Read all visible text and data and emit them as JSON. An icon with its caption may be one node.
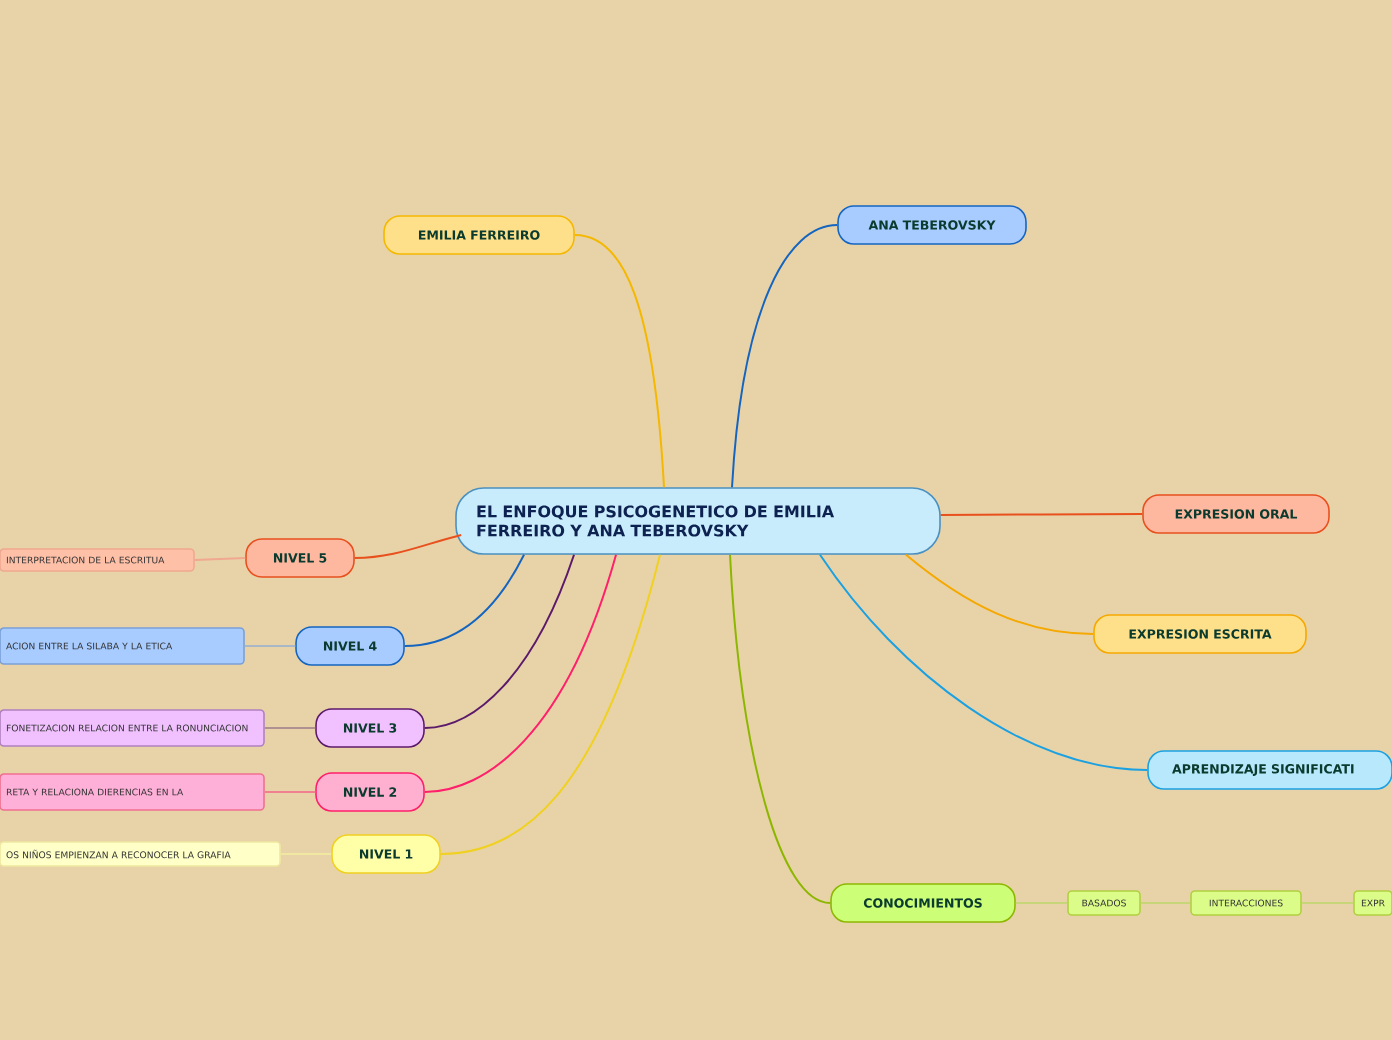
{
  "diagram": {
    "nodes": [
      {
        "text": [
          "EL ENFOQUE PSICOGENETICO DE EMILIA FERREIRO Y ANA TEBEROVSKY"
        ]
      },
      {
        "text": [
          "EMILIA FERREIRO"
        ]
      },
      {
        "text": [
          "ANA TEBEROVSKY"
        ]
      },
      {
        "text": [
          "EXPRESION ORAL"
        ]
      },
      {
        "text": [
          "EXPRESION ESCRITA"
        ]
      },
      {
        "text": [
          "APRENDIZAJE SIGNIFICATI"
        ]
      },
      {
        "text": [
          "CONOCIMIENTOS"
        ]
      },
      {
        "text": [
          "BASADOS"
        ]
      },
      {
        "text": [
          "INTERACCIONES"
        ]
      },
      {
        "text": [
          "EXPR"
        ]
      },
      {
        "text": [
          "NIVEL 5"
        ]
      },
      {
        "text": [
          "INTERPRETACION DE LA ESCRITUA"
        ]
      },
      {
        "text": [
          "NIVEL 4"
        ]
      },
      {
        "text": [
          "ACION ENTRE LA SILABA Y LA ETICA"
        ]
      },
      {
        "text": [
          "NIVEL 3"
        ]
      },
      {
        "text": [
          "FONETIZACION RELACION ENTRE LA RONUNCIACION"
        ]
      },
      {
        "text": [
          "NIVEL 2"
        ]
      },
      {
        "text": [
          "RETA Y RELACIONA DIERENCIAS EN LA"
        ]
      },
      {
        "text": [
          "NIVEL 1"
        ]
      },
      {
        "text": [
          "OS NIÑOS EMPIENZAN A RECONOCER LA GRAFIA"
        ]
      }
    ],
    "edges": [
      {
        "from": 0,
        "to": 1,
        "arrow": "none",
        "color": "#f5b800"
      },
      {
        "from": 0,
        "to": 2,
        "arrow": "none",
        "color": "#1565c0"
      },
      {
        "from": 0,
        "to": 3,
        "arrow": "none",
        "color": "#e8501e"
      },
      {
        "from": 0,
        "to": 4,
        "arrow": "none",
        "color": "#f5a800"
      },
      {
        "from": 0,
        "to": 5,
        "arrow": "none",
        "color": "#1ba1e2"
      },
      {
        "from": 0,
        "to": 6,
        "arrow": "none",
        "color": "#8db600"
      },
      {
        "from": 6,
        "to": 7,
        "arrow": "none",
        "color": "#c8d67a"
      },
      {
        "from": 7,
        "to": 8,
        "arrow": "none",
        "color": "#c8d67a"
      },
      {
        "from": 8,
        "to": 9,
        "arrow": "none",
        "color": "#c8d67a"
      },
      {
        "from": 0,
        "to": 10,
        "arrow": "none",
        "color": "#e8501e"
      },
      {
        "from": 10,
        "to": 11,
        "arrow": "none",
        "color": "#f0a890"
      },
      {
        "from": 0,
        "to": 12,
        "arrow": "none",
        "color": "#1565c0"
      },
      {
        "from": 12,
        "to": 13,
        "arrow": "none",
        "color": "#a8b8c8"
      },
      {
        "from": 0,
        "to": 14,
        "arrow": "none",
        "color": "#5c1a6b"
      },
      {
        "from": 14,
        "to": 15,
        "arrow": "none",
        "color": "#b09090"
      },
      {
        "from": 0,
        "to": 16,
        "arrow": "none",
        "color": "#ff1f6b"
      },
      {
        "from": 16,
        "to": 17,
        "arrow": "none",
        "color": "#f08090"
      },
      {
        "from": 0,
        "to": 18,
        "arrow": "none",
        "color": "#f0d020"
      },
      {
        "from": 18,
        "to": 19,
        "arrow": "none",
        "color": "#f0e8a0"
      }
    ]
  }
}
